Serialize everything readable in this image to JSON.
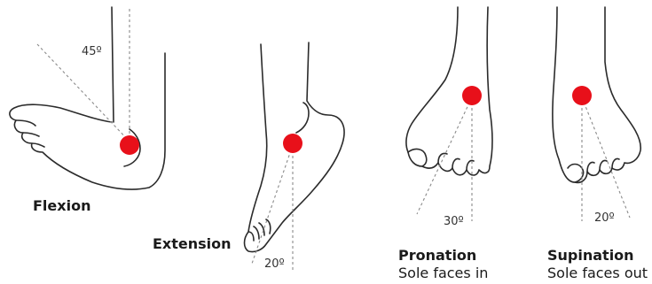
{
  "panels": [
    {
      "key": "flexion",
      "label": "Flexion",
      "angle_text": "45º",
      "subtitle": ""
    },
    {
      "key": "extension",
      "label": "Extension",
      "angle_text": "20º",
      "subtitle": ""
    },
    {
      "key": "pronation",
      "label": "Pronation",
      "angle_text": "30º",
      "subtitle": "Sole faces in"
    },
    {
      "key": "supination",
      "label": "Supination",
      "angle_text": "20º",
      "subtitle": "Sole faces out"
    }
  ],
  "colors": {
    "joint_marker": "#e8101a",
    "outline": "#2b2b2b",
    "reference_line": "#8a8a8a"
  }
}
